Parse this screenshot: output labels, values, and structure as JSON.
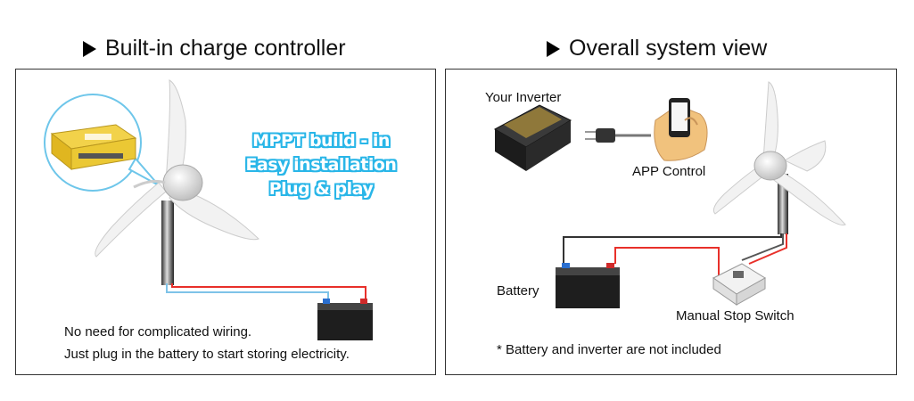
{
  "left": {
    "heading": "Built-in charge controller",
    "features": [
      "MPPT build - in",
      "Easy installation",
      "Plug & play"
    ],
    "note_line1": "No need for complicated wiring.",
    "note_line2": "Just plug in the battery to start storing electricity."
  },
  "right": {
    "heading": "Overall system view",
    "inverter_label": "Your Inverter",
    "app_label": "APP Control",
    "battery_label": "Battery",
    "switch_label": "Manual Stop Switch",
    "footnote": "* Battery and inverter are not included"
  },
  "colors": {
    "accent": "#29b6e8",
    "wire_red": "#e8302a",
    "wire_blue": "#7ec3e8",
    "wire_black": "#222222"
  }
}
